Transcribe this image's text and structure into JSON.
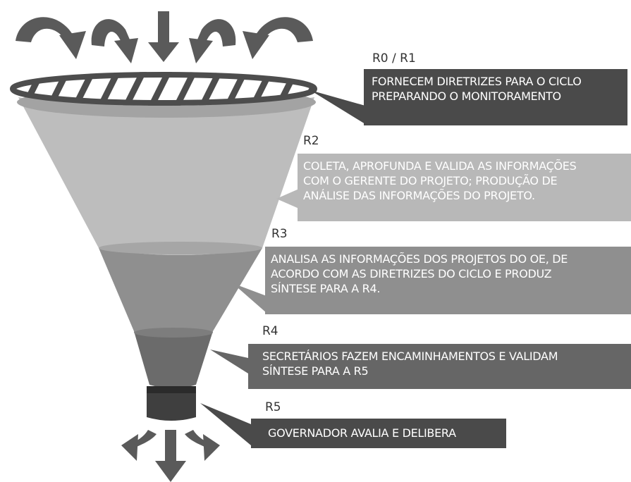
{
  "stages": [
    {
      "id": "r0r1",
      "label": "R0 / R1",
      "lines": [
        "FORNECEM DIRETRIZES PARA O CICLO",
        "PREPARANDO O MONITORAMENTO"
      ],
      "box_color": "#4a4a4a"
    },
    {
      "id": "r2",
      "label": "R2",
      "lines": [
        "COLETA, APROFUNDA E VALIDA AS INFORMAÇÕES",
        "COM O GERENTE DO PROJETO; PRODUÇÃO DE",
        "ANÁLISE DAS INFORMAÇÕES DO PROJETO."
      ],
      "box_color": "#b8b8b8"
    },
    {
      "id": "r3",
      "label": "R3",
      "lines": [
        "ANALISA AS INFORMAÇÕES DOS PROJETOS DO OE, DE",
        "ACORDO COM AS DIRETRIZES DO CICLO E  PRODUZ",
        "SÍNTESE PARA A R4."
      ],
      "box_color": "#8f8f8f"
    },
    {
      "id": "r4",
      "label": "R4",
      "lines": [
        "SECRETÁRIOS FAZEM ENCAMINHAMENTOS E VALIDAM",
        "SÍNTESE PARA A R5"
      ],
      "box_color": "#666666"
    },
    {
      "id": "r5",
      "label": "R5",
      "lines": [
        "GOVERNADOR AVALIA E DELIBERA"
      ],
      "box_color": "#4a4a4a"
    }
  ],
  "funnel_colors": {
    "top_rim": "#4d4d4d",
    "wide_section": "#bdbdbd",
    "middle_section": "#8f8f8f",
    "narrow_section": "#6b6b6b",
    "spout": "#3f3f3f",
    "arrows": "#5a5a5a"
  }
}
